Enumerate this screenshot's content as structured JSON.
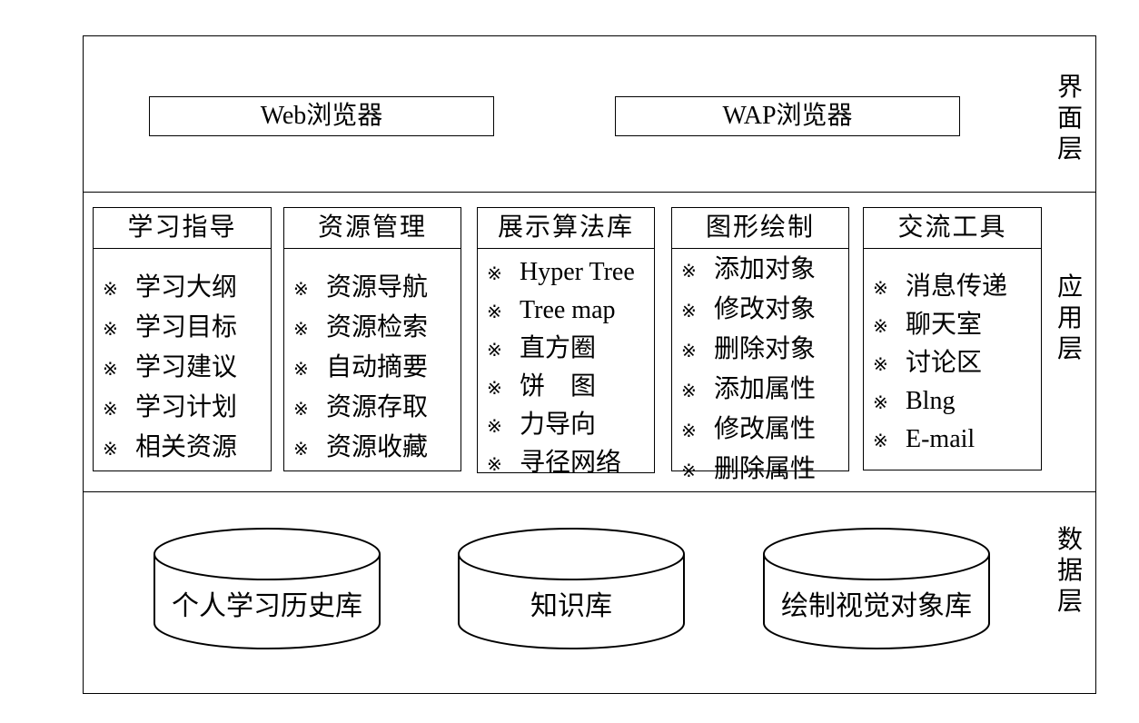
{
  "layers": {
    "interface": "界面层",
    "application": "应用层",
    "data": "数据层"
  },
  "browsers": {
    "web": "Web浏览器",
    "wap": "WAP浏览器"
  },
  "bullet": "※",
  "modules": [
    {
      "title": "学习指导",
      "items": [
        "学习大纲",
        "学习目标",
        "学习建议",
        "学习计划",
        "相关资源"
      ]
    },
    {
      "title": "资源管理",
      "items": [
        "资源导航",
        "资源检索",
        "自动摘要",
        "资源存取",
        "资源收藏"
      ]
    },
    {
      "title": "展示算法库",
      "items": [
        "Hyper Tree",
        "Tree map",
        "直方圈",
        "饼　图",
        "力导向",
        "寻径网络"
      ]
    },
    {
      "title": "图形绘制",
      "items": [
        "添加对象",
        "修改对象",
        "删除对象",
        "添加属性",
        "修改属性",
        "删除属性"
      ]
    },
    {
      "title": "交流工具",
      "items": [
        "消息传递",
        "聊天室",
        "讨论区",
        "Blng",
        "E-mail"
      ]
    }
  ],
  "databases": [
    "个人学习历史库",
    "知识库",
    "绘制视觉对象库"
  ]
}
